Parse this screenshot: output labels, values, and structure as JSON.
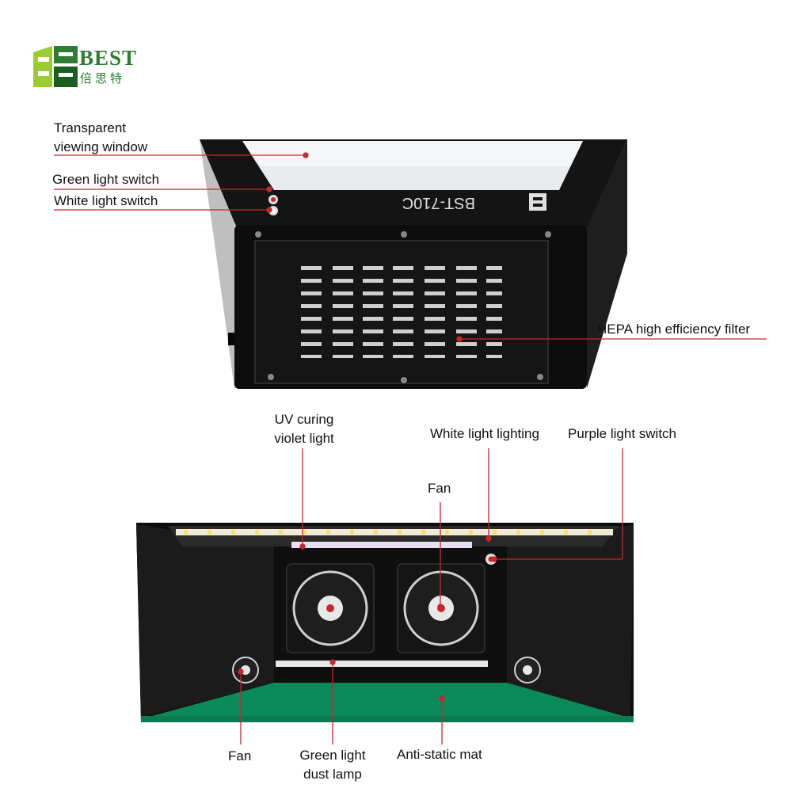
{
  "logo": {
    "brand": "BEST",
    "brand_cn": "倍思特"
  },
  "device_model": "BST-710C",
  "colors": {
    "brand_green": "#2e7d32",
    "callout_red": "#c62828",
    "mat_green": "#0a8a5a",
    "case_black": "#111111"
  },
  "top_view": {
    "labels": {
      "window": [
        "Transparent",
        "viewing window"
      ],
      "green_switch": "Green light switch",
      "white_switch": "White light switch",
      "filter": "HEPA high efficiency filter"
    }
  },
  "front_view": {
    "labels": {
      "uv_light": [
        "UV curing",
        "violet light"
      ],
      "white_lighting": "White light lighting",
      "purple_switch": "Purple light switch",
      "fan_top": "Fan",
      "fan_side": "Fan",
      "green_lamp": [
        "Green light",
        "dust lamp"
      ],
      "mat": "Anti-static mat"
    }
  }
}
